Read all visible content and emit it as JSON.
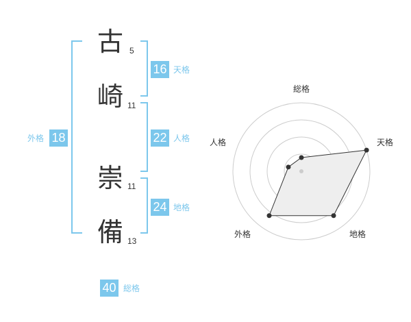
{
  "name_chars": [
    {
      "char": "古",
      "strokes": "5"
    },
    {
      "char": "崎",
      "strokes": "11"
    },
    {
      "char": "崇",
      "strokes": "11"
    },
    {
      "char": "備",
      "strokes": "13"
    }
  ],
  "kakusu": {
    "tenkaku": {
      "value": "16",
      "label": "天格"
    },
    "jinkaku": {
      "value": "22",
      "label": "人格"
    },
    "chikaku": {
      "value": "24",
      "label": "地格"
    },
    "gaikaku": {
      "value": "18",
      "label": "外格"
    },
    "soukaku": {
      "value": "40",
      "label": "総格"
    }
  },
  "colors": {
    "accent": "#7cc7ec",
    "text": "#333333",
    "grid": "#cccccc",
    "fill": "#eeeeee"
  },
  "chart_data": {
    "type": "radar",
    "axes": [
      "総格",
      "天格",
      "地格",
      "外格",
      "人格"
    ],
    "values": [
      1,
      5,
      4,
      4,
      1
    ],
    "range": [
      0,
      5
    ],
    "rings": 4
  }
}
